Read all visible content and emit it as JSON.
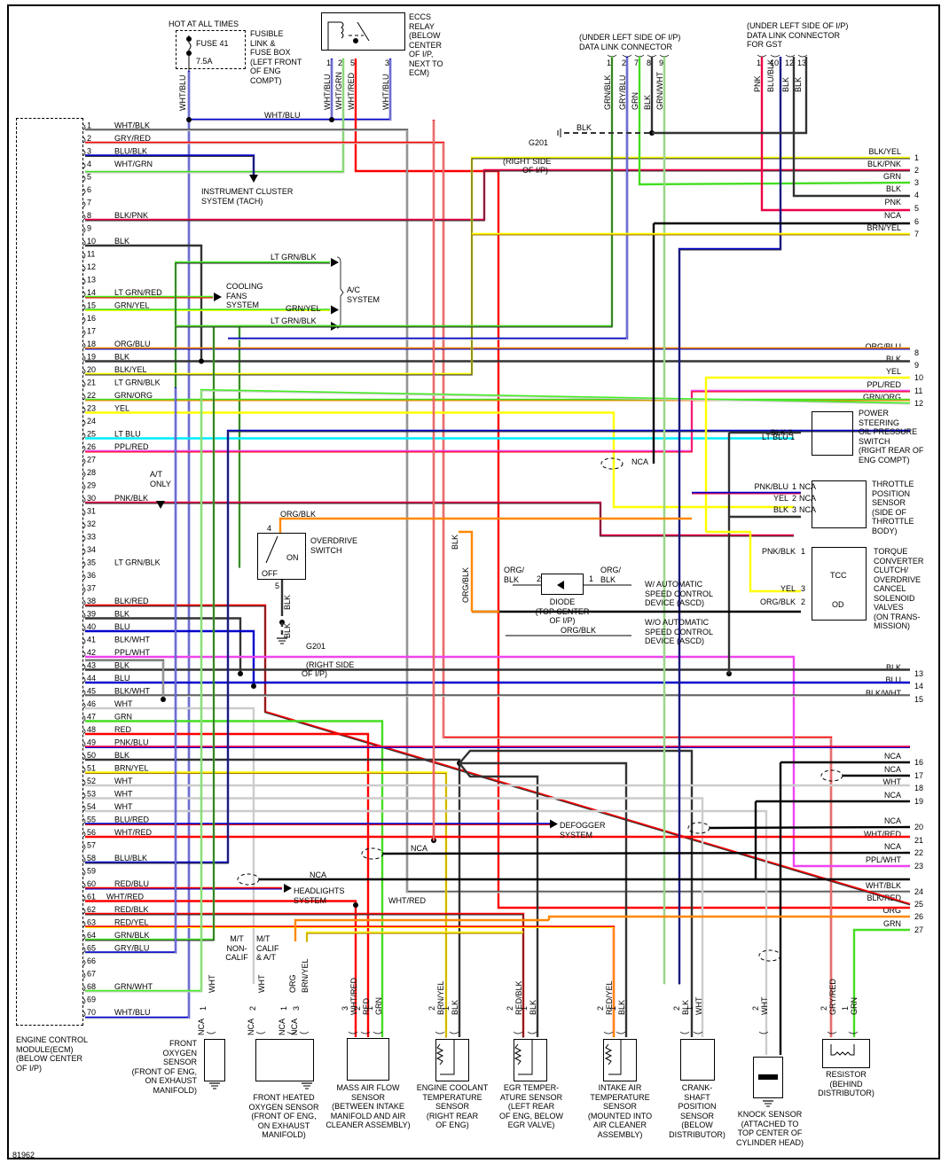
{
  "diagram_id": "81962",
  "ecm": {
    "label": "ENGINE CONTROL\nMODULE(ECM)\n(BELOW CENTER\nOF I/P)",
    "pins": [
      {
        "n": "1",
        "wire": "WHT/BLK",
        "c1": "#555555",
        "c2": "#cccccc"
      },
      {
        "n": "2",
        "wire": "GRY/RED",
        "c1": "#ff0000",
        "c2": "#cccccc"
      },
      {
        "n": "3",
        "wire": "BLU/BLK",
        "c1": "#0000cc",
        "c2": "#333333"
      },
      {
        "n": "4",
        "wire": "WHT/GRN",
        "c1": "#44cc22",
        "c2": "#cccccc"
      },
      {
        "n": "5",
        "wire": ""
      },
      {
        "n": "6",
        "wire": ""
      },
      {
        "n": "7",
        "wire": ""
      },
      {
        "n": "8",
        "wire": "BLK/PNK",
        "c1": "#ee0044",
        "c2": "#333333"
      },
      {
        "n": "9",
        "wire": ""
      },
      {
        "n": "10",
        "wire": "BLK",
        "c1": "#333333",
        "c2": "#333333"
      },
      {
        "n": "11",
        "wire": ""
      },
      {
        "n": "12",
        "wire": ""
      },
      {
        "n": "13",
        "wire": ""
      },
      {
        "n": "14",
        "wire": "LT GRN/RED",
        "c1": "#44ee22",
        "c2": "#ee0000"
      },
      {
        "n": "15",
        "wire": "GRN/YEL",
        "c1": "#44cc22",
        "c2": "#ffff00"
      },
      {
        "n": "16",
        "wire": ""
      },
      {
        "n": "17",
        "wire": ""
      },
      {
        "n": "18",
        "wire": "ORG/BLU",
        "c1": "#ff8800",
        "c2": "#0000cc"
      },
      {
        "n": "19",
        "wire": "BLK",
        "c1": "#333333",
        "c2": "#333333"
      },
      {
        "n": "20",
        "wire": "BLK/YEL",
        "c1": "#ffff00",
        "c2": "#333333"
      },
      {
        "n": "21",
        "wire": "LT GRN/BLK",
        "c1": "#44ee22",
        "c2": "#333333"
      },
      {
        "n": "22",
        "wire": "GRN/ORG",
        "c1": "#44cc22",
        "c2": "#ff8800"
      },
      {
        "n": "23",
        "wire": "YEL",
        "c1": "#ffff00",
        "c2": "#ffff00"
      },
      {
        "n": "24",
        "wire": ""
      },
      {
        "n": "25",
        "wire": "LT BLU",
        "c1": "#00eeff",
        "c2": "#00eeff"
      },
      {
        "n": "26",
        "wire": "PPL/RED",
        "c1": "#ee00cc",
        "c2": "#ee0000"
      },
      {
        "n": "27",
        "wire": ""
      },
      {
        "n": "28",
        "wire": ""
      },
      {
        "n": "29",
        "wire": ""
      },
      {
        "n": "30",
        "wire": "PNK/BLK",
        "c1": "#ee0044",
        "c2": "#333333"
      },
      {
        "n": "31",
        "wire": ""
      },
      {
        "n": "32",
        "wire": ""
      },
      {
        "n": "33",
        "wire": ""
      },
      {
        "n": "34",
        "wire": ""
      },
      {
        "n": "35",
        "wire": "LT GRN/BLK",
        "c1": "#44ee22",
        "c2": "#333333"
      },
      {
        "n": "36",
        "wire": ""
      },
      {
        "n": "37",
        "wire": ""
      },
      {
        "n": "38",
        "wire": "BLK/RED",
        "c1": "#ff0000",
        "c2": "#333333"
      },
      {
        "n": "39",
        "wire": "BLK",
        "c1": "#333333",
        "c2": "#333333"
      },
      {
        "n": "40",
        "wire": "BLU",
        "c1": "#0000cc",
        "c2": "#0000cc"
      },
      {
        "n": "41",
        "wire": "BLK/WHT",
        "c1": "#555555",
        "c2": "#cccccc"
      },
      {
        "n": "42",
        "wire": "PPL/WHT",
        "c1": "#ee44ee",
        "c2": "#ee44ee"
      },
      {
        "n": "43",
        "wire": "BLK",
        "c1": "#333333",
        "c2": "#333333"
      },
      {
        "n": "44",
        "wire": "BLU",
        "c1": "#0000cc",
        "c2": "#0000cc"
      },
      {
        "n": "45",
        "wire": "BLK/WHT",
        "c1": "#555555",
        "c2": "#cccccc"
      },
      {
        "n": "46",
        "wire": "WHT",
        "c1": "#cccccc",
        "c2": "#cccccc"
      },
      {
        "n": "47",
        "wire": "GRN",
        "c1": "#44dd22",
        "c2": "#44dd22"
      },
      {
        "n": "48",
        "wire": "RED",
        "c1": "#ff0000",
        "c2": "#ff0000"
      },
      {
        "n": "49",
        "wire": "PNK/BLU",
        "c1": "#ee0044",
        "c2": "#0000cc"
      },
      {
        "n": "50",
        "wire": "BLK",
        "c1": "#333333",
        "c2": "#333333"
      },
      {
        "n": "51",
        "wire": "BRN/YEL",
        "c1": "#ffff00",
        "c2": "#aa7700"
      },
      {
        "n": "52",
        "wire": "WHT",
        "c1": "#cccccc",
        "c2": "#cccccc"
      },
      {
        "n": "53",
        "wire": "WHT",
        "c1": "#cccccc",
        "c2": "#cccccc"
      },
      {
        "n": "54",
        "wire": "WHT",
        "c1": "#cccccc",
        "c2": "#cccccc"
      },
      {
        "n": "55",
        "wire": "BLU/RED",
        "c1": "#0000cc",
        "c2": "#ee0000"
      },
      {
        "n": "56",
        "wire": "WHT/RED",
        "c1": "#ee0000",
        "c2": "#ee0000"
      },
      {
        "n": "57",
        "wire": ""
      },
      {
        "n": "58",
        "wire": "BLU/BLK",
        "c1": "#0000cc",
        "c2": "#333333"
      },
      {
        "n": "59",
        "wire": ""
      },
      {
        "n": "60",
        "wire": "RED/BLU",
        "c1": "#ee0000",
        "c2": "#0000cc"
      },
      {
        "n": "61",
        "wire": "WHT/RED",
        "c1": "#ee0000",
        "c2": "#ee0000"
      },
      {
        "n": "62",
        "wire": "RED/BLK",
        "c1": "#ee0000",
        "c2": "#333333"
      },
      {
        "n": "63",
        "wire": "RED/YEL",
        "c1": "#ee0000",
        "c2": "#ffff00"
      },
      {
        "n": "64",
        "wire": "GRN/BLK",
        "c1": "#44cc22",
        "c2": "#333333"
      },
      {
        "n": "65",
        "wire": "GRY/BLU",
        "c1": "#0000cc",
        "c2": "#cccccc"
      },
      {
        "n": "66",
        "wire": ""
      },
      {
        "n": "67",
        "wire": ""
      },
      {
        "n": "68",
        "wire": "GRN/WHT",
        "c1": "#44ee22",
        "c2": "#cccccc"
      },
      {
        "n": "69",
        "wire": ""
      },
      {
        "n": "70",
        "wire": "WHT/BLU",
        "c1": "#0000cc",
        "c2": "#cccccc"
      }
    ]
  },
  "right_terminals": [
    {
      "n": "1",
      "wire": "BLK/YEL"
    },
    {
      "n": "2",
      "wire": "BLK/PNK"
    },
    {
      "n": "3",
      "wire": "GRN"
    },
    {
      "n": "4",
      "wire": "BLK"
    },
    {
      "n": "5",
      "wire": "PNK"
    },
    {
      "n": "6",
      "wire": "NCA"
    },
    {
      "n": "7",
      "wire": "BRN/YEL"
    },
    {
      "n": "8",
      "wire": "ORG/BLU"
    },
    {
      "n": "9",
      "wire": "BLK"
    },
    {
      "n": "10",
      "wire": "YEL"
    },
    {
      "n": "11",
      "wire": "PPL/RED"
    },
    {
      "n": "12",
      "wire": "GRN/ORG"
    },
    {
      "n": "13",
      "wire": "BLK"
    },
    {
      "n": "14",
      "wire": "BLU"
    },
    {
      "n": "15",
      "wire": "BLK/WHT"
    },
    {
      "n": "16",
      "wire": "NCA"
    },
    {
      "n": "17",
      "wire": "NCA"
    },
    {
      "n": "18",
      "wire": "WHT"
    },
    {
      "n": "19",
      "wire": "NCA"
    },
    {
      "n": "20",
      "wire": "NCA"
    },
    {
      "n": "21",
      "wire": "WHT/RED"
    },
    {
      "n": "22",
      "wire": "NCA"
    },
    {
      "n": "23",
      "wire": "PPL/WHT"
    },
    {
      "n": "24",
      "wire": "WHT/BLK"
    },
    {
      "n": "25",
      "wire": "BLK/RED"
    },
    {
      "n": "26",
      "wire": "ORG"
    },
    {
      "n": "27",
      "wire": "GRN"
    }
  ],
  "fuse": {
    "hot_label": "HOT AT ALL TIMES",
    "fuse_name": "FUSE 41",
    "rating": "7.5A",
    "location": "FUSIBLE\nLINK &\nFUSE BOX\n(LEFT FRONT\nOF ENG\nCOMPT)",
    "wire": "WHT/BLU",
    "bus_wire": "WHT/BLU"
  },
  "eccs_relay": {
    "label": "ECCS\nRELAY\n(BELOW\nCENTER\nOF I/P,\nNEXT TO\nECM)",
    "pins": [
      {
        "n": "1",
        "wire": "WHT/BLU"
      },
      {
        "n": "2",
        "wire": "WHT/GRN"
      },
      {
        "n": "5",
        "wire": "WHT/RED"
      },
      {
        "n": "3",
        "wire": "WHT/BLU"
      }
    ]
  },
  "dlc": {
    "label": "(UNDER LEFT SIDE OF I/P)\nDATA LINK CONNECTOR",
    "pins": [
      {
        "n": "1",
        "wire": "GRN/BLK"
      },
      {
        "n": "2",
        "wire": "GRY/BLU"
      },
      {
        "n": "7",
        "wire": "GRN"
      },
      {
        "n": "8",
        "wire": "BLK"
      },
      {
        "n": "9",
        "wire": "GRN/WHT"
      }
    ]
  },
  "dlc_gst": {
    "label": "(UNDER LEFT SIDE OF I/P)\nDATA LINK CONNECTOR\nFOR GST",
    "pins": [
      {
        "n": "1",
        "wire": "PNK"
      },
      {
        "n": "10",
        "wire": "BLU/BLK"
      },
      {
        "n": "12",
        "wire": "BLK"
      },
      {
        "n": "13",
        "wire": "BLK"
      }
    ]
  },
  "ground_top": {
    "name": "G201",
    "location": "(RIGHT SIDE\nOF I/P)",
    "wire": "BLK"
  },
  "systems": {
    "instrument_cluster": "INSTRUMENT CLUSTER\nSYSTEM (TACH)",
    "cooling_fans": "COOLING\nFANS\nSYSTEM",
    "ac": "A/C\nSYSTEM",
    "ac_wires": [
      "LT GRN/BLK",
      "GRN/YEL",
      "LT GRN/BLK"
    ],
    "at_only": "A/T\nONLY",
    "defogger": "DEFOGGER\nSYSTEM",
    "headlights": "HEADLIGHTS\nSYSTEM",
    "nca": "NCA"
  },
  "overdrive_switch": {
    "label": "OVERDRIVE\nSWITCH",
    "pin_top": "4",
    "pin_bottom": "5",
    "wire_top": "ORG/BLK",
    "wire_bottom": "BLK",
    "on": "ON",
    "off": "OFF",
    "ground": "G201",
    "ground_loc": "(RIGHT SIDE\nOF I/P)"
  },
  "diode": {
    "label": "DIODE\n(TOP CENTER\nOF I/P)",
    "left_wire": "ORG/\nBLK",
    "left_pin": "2",
    "right_wire": "ORG/\nBLK",
    "right_pin": "1",
    "bypass_wire": "ORG/BLK",
    "with_ascd": "W/ AUTOMATIC\nSPEED CONTROL\nDEVICE (ASCD)",
    "without_ascd": "W/O AUTOMATIC\nSPEED CONTROL\nDEVICE (ASCD)",
    "vert_wires": [
      "BLK",
      "ORG/BLK"
    ]
  },
  "ps_switch": {
    "label": "POWER\nSTEERING\nOIL PRESSURE\nSWITCH\n(RIGHT REAR OF\nENG COMPT)",
    "pins": [
      {
        "n": "2",
        "wire": "BLK"
      },
      {
        "n": "1",
        "wire": "LT BLU"
      }
    ]
  },
  "tps": {
    "label": "THROTTLE\nPOSITION\nSENSOR\n(SIDE OF\nTHROTTLE\nBODY)",
    "pins": [
      {
        "n": "1",
        "wire": "PNK/BLU",
        "nca": "NCA"
      },
      {
        "n": "2",
        "wire": "YEL",
        "nca": "NCA"
      },
      {
        "n": "3",
        "wire": "BLK",
        "nca": "NCA"
      }
    ]
  },
  "tcc": {
    "label": "TORQUE\nCONVERTER\nCLUTCH/\nOVERDRIVE\nCANCEL\nSOLENOID\nVALVES\n(ON TRANS-\nMISSION)",
    "pins": [
      {
        "n": "1",
        "wire": "PNK/BLK"
      },
      {
        "n": "3",
        "wire": "YEL"
      },
      {
        "n": "2",
        "wire": "ORG/BLK"
      }
    ],
    "coil_top": "TCC",
    "coil_bottom": "OD"
  },
  "o2_note": {
    "mt_noncalif": "M/T\nNON-\nCALIF",
    "mt_calif": "M/T\nCALIF\n& A/T"
  },
  "sensors": [
    {
      "id": "front-o2",
      "label": "FRONT\nOXYGEN\nSENSOR\n(FRONT OF ENG,\nON EXHAUST\nMANIFOLD)",
      "pins": [
        {
          "n": "1",
          "wire": "WHT",
          "nca": "NCA"
        }
      ]
    },
    {
      "id": "front-heated-o2",
      "label": "FRONT HEATED\nOXYGEN SENSOR\n(FRONT OF ENG,\nON EXHAUST\nMANIFOLD)",
      "pins": [
        {
          "n": "2",
          "wire": "WHT",
          "nca": "NCA"
        },
        {
          "n": "1",
          "wire": "ORG",
          "nca": "NCA"
        },
        {
          "n": "3",
          "wire": "BRN/YEL",
          "nca": "NCA"
        }
      ]
    },
    {
      "id": "maf",
      "label": "MASS AIR FLOW\nSENSOR\n(BETWEEN INTAKE\nMANIFOLD AND AIR\nCLEANER ASSEMBLY)",
      "pins": [
        {
          "n": "3",
          "wire": "WHT/RED"
        },
        {
          "n": "2",
          "wire": "RED"
        },
        {
          "n": "1",
          "wire": "GRN"
        }
      ]
    },
    {
      "id": "ect",
      "label": "ENGINE COOLANT\nTEMPERATURE\nSENSOR\n(RIGHT REAR\nOF ENG)",
      "pins": [
        {
          "n": "2",
          "wire": "BRN/YEL"
        },
        {
          "n": "1",
          "wire": "BLK"
        }
      ]
    },
    {
      "id": "egr",
      "label": "EGR TEMPER-\nATURE SENSOR\n(LEFT REAR\nOF ENG, BELOW\nEGR VALVE)",
      "pins": [
        {
          "n": "2",
          "wire": "RED/BLK"
        },
        {
          "n": "1",
          "wire": "BLK"
        }
      ]
    },
    {
      "id": "iat",
      "label": "INTAKE AIR\nTEMPERATURE\nSENSOR\n(MOUNTED INTO\nAIR CLEANER\nASSEMBLY)",
      "pins": [
        {
          "n": "2",
          "wire": "RED/YEL"
        },
        {
          "n": "1",
          "wire": "BLK"
        }
      ]
    },
    {
      "id": "ckp",
      "label": "CRANK-\nSHAFT\nPOSITION\nSENSOR\n(BELOW\nDISTRIBUTOR)",
      "pins": [
        {
          "n": "2",
          "wire": "BLK"
        },
        {
          "n": "1",
          "wire": "WHT"
        }
      ]
    },
    {
      "id": "knock",
      "label": "KNOCK SENSOR\n(ATTACHED TO\nTOP CENTER OF\nCYLINDER HEAD)",
      "pins": [
        {
          "n": "2",
          "wire": "WHT"
        }
      ]
    },
    {
      "id": "resistor",
      "label": "RESISTOR\n(BEHIND\nDISTRIBUTOR)",
      "pins": [
        {
          "n": "2",
          "wire": "GRY/RED"
        },
        {
          "n": "1",
          "wire": "GRN"
        }
      ]
    }
  ]
}
